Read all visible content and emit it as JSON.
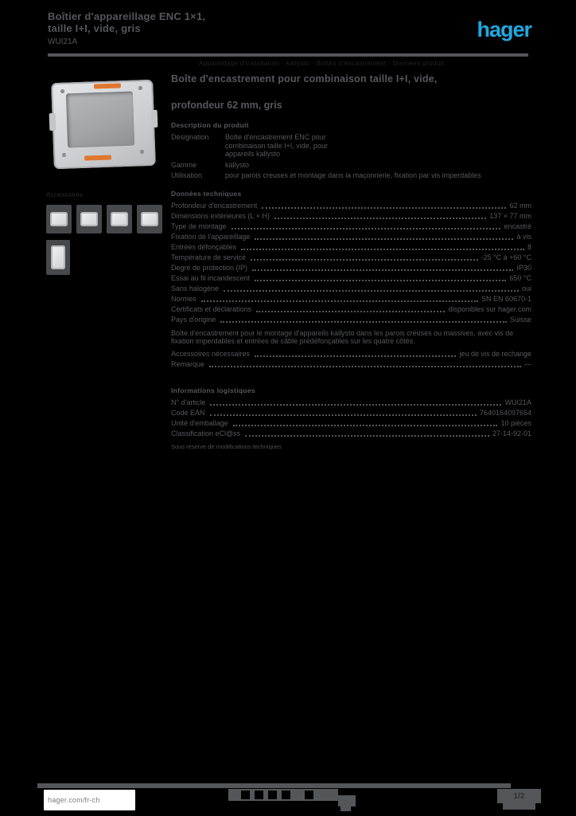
{
  "colors": {
    "background": "#000000",
    "text_gray": "#56575b",
    "logo_blue": "#1fa9e0",
    "clip_orange": "#e0772f"
  },
  "header": {
    "title_line1": "Boîtier d'appareillage ENC 1×1,",
    "title_line2": "taille I+I, vide, gris",
    "article_ref": "WUI21A",
    "breadcrumb": "Appareillage d'installation  ·  kallysto  ·  Boîtes d'encastrement  ·  Données produit",
    "logo_text": "hager"
  },
  "product": {
    "title_line1": "Boîte d'encastrement pour combinaison taille I+I, vide,",
    "title_line2": "profondeur 62 mm, gris"
  },
  "description": {
    "heading": "Description du produit",
    "rows": [
      {
        "label": "Désignation",
        "value": "Boîte d'encastrement ENC pour combinaison taille I+I, vide, pour appareils kallysto"
      },
      {
        "label": "Gamme",
        "value": "kallysto"
      },
      {
        "label": "Utilisation",
        "value": "pour parois creuses et montage dans la maçonnerie, fixation par vis imperdables"
      }
    ]
  },
  "specs": {
    "heading": "Données techniques",
    "rows": [
      {
        "label": "Profondeur d'encastrement",
        "value": "62 mm"
      },
      {
        "label": "Dimensions extérieures (L × H)",
        "value": "137 × 77 mm"
      },
      {
        "label": "Type de montage",
        "value": "encastré"
      },
      {
        "label": "Fixation de l'appareillage",
        "value": "à vis"
      },
      {
        "label": "Entrées défonçables",
        "value": "8"
      },
      {
        "label": "Température de service",
        "value": "-25 °C à +60 °C"
      },
      {
        "label": "Degré de protection (IP)",
        "value": "IP30"
      },
      {
        "label": "Essai au fil incandescent",
        "value": "650 °C"
      },
      {
        "label": "Sans halogène",
        "value": "oui"
      },
      {
        "label": "Normes",
        "value": "SN EN 60670-1"
      },
      {
        "label": "Certificats et déclarations",
        "value": "disponibles sur hager.com"
      },
      {
        "label": "Pays d'origine",
        "value": "Suisse"
      }
    ],
    "paragraph": "Boîte d'encastrement pour le montage d'appareils kallysto dans les parois creuses ou massives, avec vis de fixation imperdables et entrées de câble prédéfonçables sur les quatre côtés.",
    "extra_rows": [
      {
        "label": "Accessoires nécessaires",
        "value": "jeu de vis de rechange"
      },
      {
        "label": "Remarque",
        "value": "—"
      }
    ]
  },
  "logistics": {
    "heading": "Informations logistiques",
    "rows": [
      {
        "label": "N° d'article",
        "value": "WUI21A"
      },
      {
        "label": "Code EAN",
        "value": "7640164097654"
      },
      {
        "label": "Unité d'emballage",
        "value": "10 pièces"
      },
      {
        "label": "Classification eCl@ss",
        "value": "27-14-92-01"
      }
    ],
    "note": "Sous réserve de modifications techniques"
  },
  "accessories": {
    "label": "Accessoires"
  },
  "footer": {
    "url": "hager.com/fr-ch",
    "page_indicator": "1/2"
  }
}
